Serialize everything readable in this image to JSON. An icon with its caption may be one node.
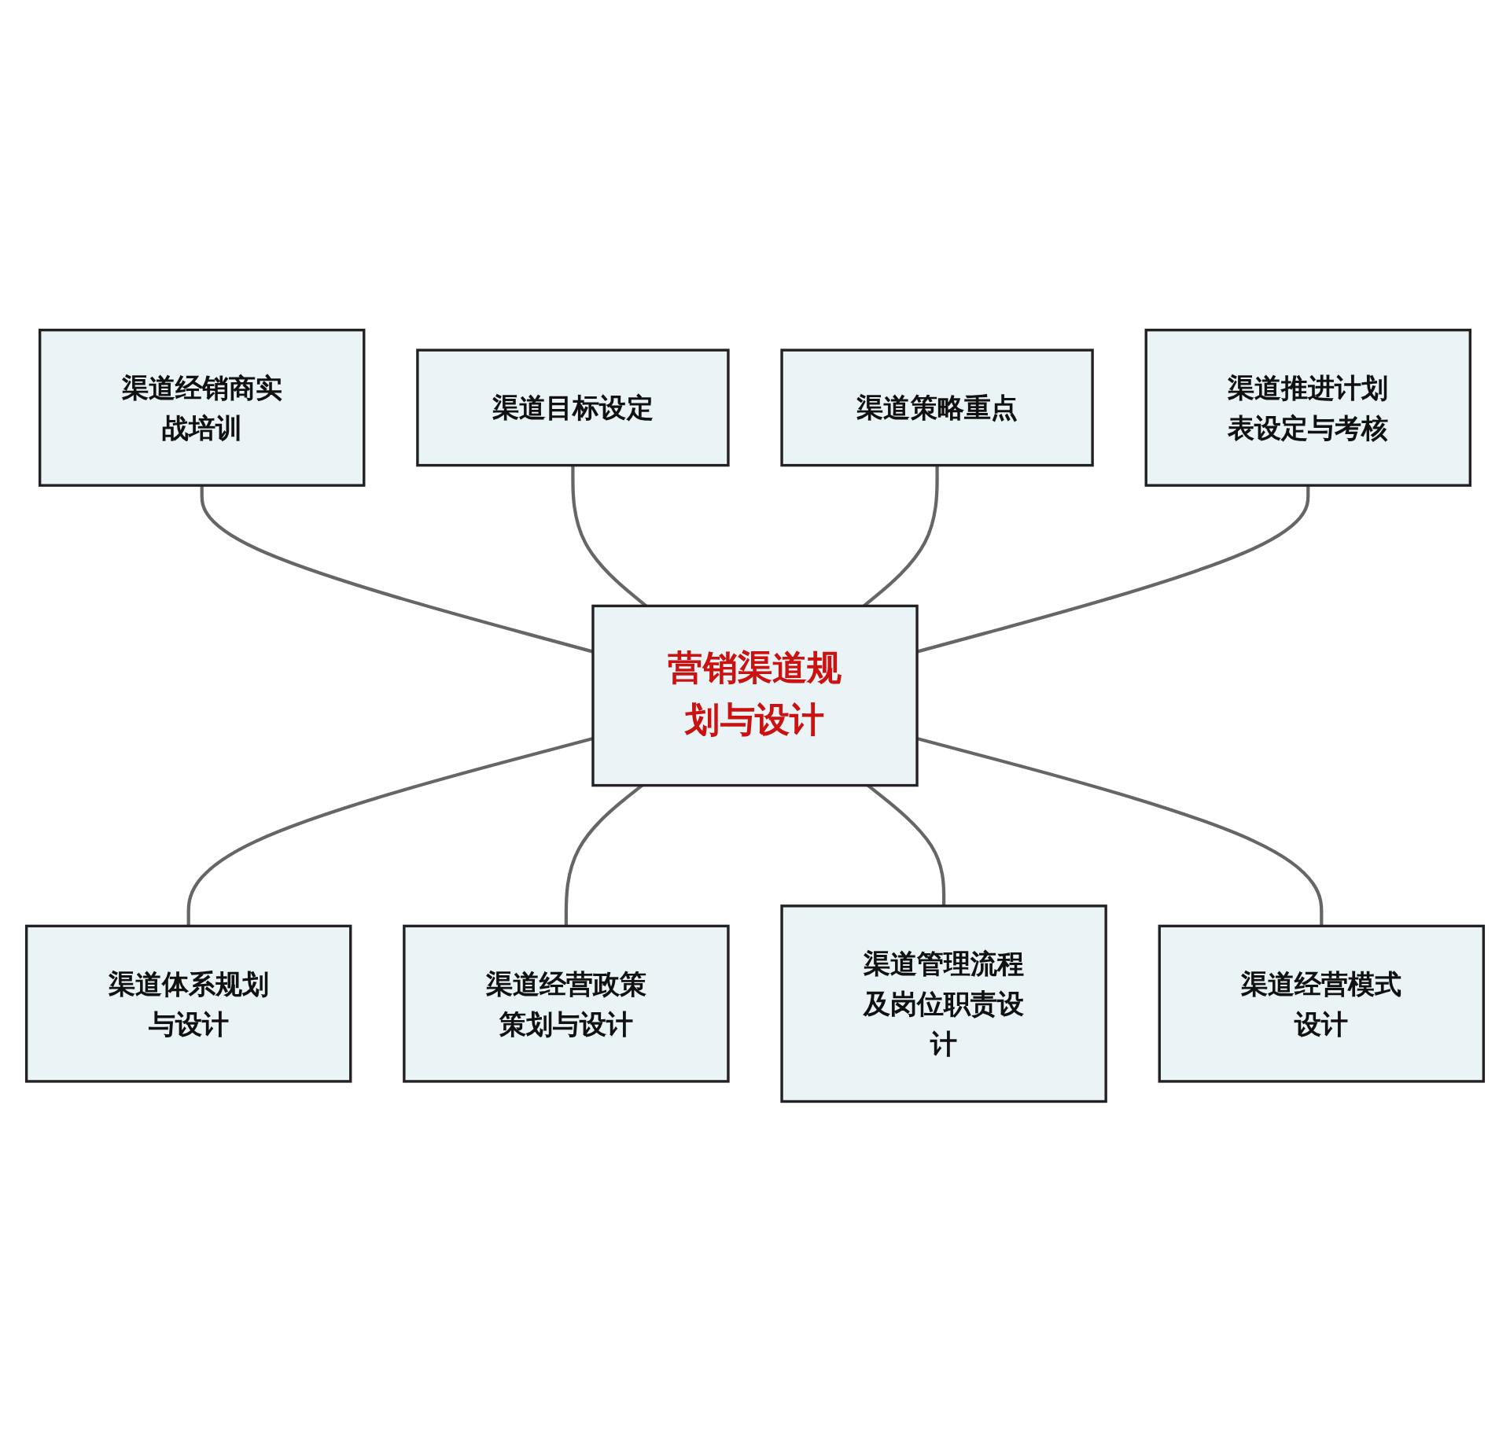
{
  "diagram": {
    "nodes": [
      {
        "text": [
          "渠道经销商实战培训"
        ]
      },
      {
        "text": [
          "渠道目标设定"
        ]
      },
      {
        "text": [
          "渠道策略重点"
        ]
      },
      {
        "text": [
          "渠道推进计划表设定与考核"
        ]
      },
      {
        "text": [
          "营销渠道规划与设计"
        ]
      },
      {
        "text": [
          "渠道体系规划与设计"
        ]
      },
      {
        "text": [
          "渠道经营政策策划与设计"
        ]
      },
      {
        "text": [
          "渠道管理流程及岗位职责设计"
        ]
      },
      {
        "text": [
          "渠道经营模式设计"
        ]
      }
    ],
    "edges": [
      {
        "from": 0,
        "to": 4,
        "arrow": "none"
      },
      {
        "from": 1,
        "to": 4,
        "arrow": "none"
      },
      {
        "from": 2,
        "to": 4,
        "arrow": "none"
      },
      {
        "from": 3,
        "to": 4,
        "arrow": "none"
      },
      {
        "from": 4,
        "to": 5,
        "arrow": "none"
      },
      {
        "from": 4,
        "to": 6,
        "arrow": "none"
      },
      {
        "from": 4,
        "to": 7,
        "arrow": "none"
      },
      {
        "from": 4,
        "to": 8,
        "arrow": "none"
      }
    ]
  }
}
